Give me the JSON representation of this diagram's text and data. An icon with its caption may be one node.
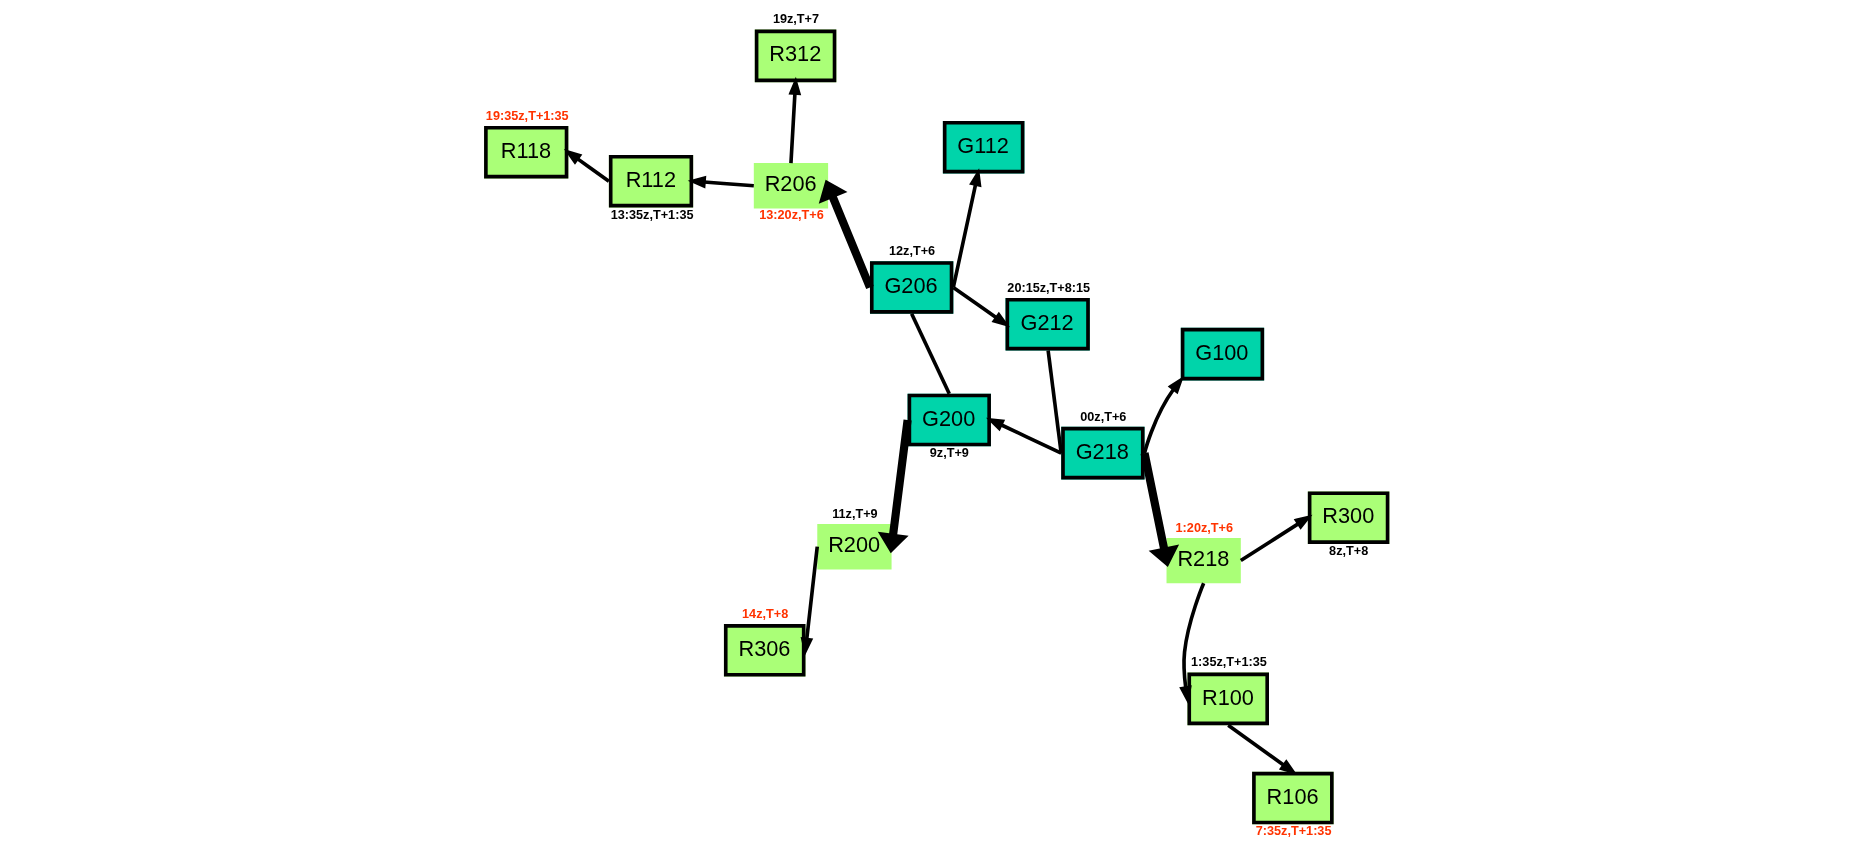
{
  "diagram": {
    "nodes": [
      {
        "text": [
          "R306"
        ],
        "beside": [
          "14z,T+8"
        ]
      },
      {
        "text": [
          "R200"
        ],
        "beside": [
          "11z,T+9"
        ]
      },
      {
        "text": [
          "G200"
        ],
        "beside": [
          "9z,T+9"
        ]
      },
      {
        "text": [
          "G100"
        ]
      },
      {
        "text": [
          "R312"
        ],
        "beside": [
          "19z,T+7"
        ]
      },
      {
        "text": [
          "R118"
        ],
        "beside": [
          "19:35z,T+1:35"
        ]
      },
      {
        "text": [
          "R100"
        ],
        "beside": [
          "1:35z,T+1:35"
        ]
      },
      {
        "text": [
          "R218"
        ],
        "beside": [
          "1:20z,T+6"
        ]
      },
      {
        "text": [
          "G218"
        ],
        "beside": [
          "00z,T+6"
        ]
      },
      {
        "text": [
          "G206"
        ],
        "beside": [
          "12z,T+6"
        ]
      },
      {
        "text": [
          "R206"
        ],
        "beside": [
          "13:20z,T+6"
        ]
      },
      {
        "text": [
          "R112"
        ],
        "beside": [
          "13:35z,T+1:35"
        ]
      },
      {
        "text": [
          "R106"
        ],
        "beside": [
          "7:35z,T+1:35"
        ]
      },
      {
        "text": [
          "R300"
        ],
        "beside": [
          "8z,T+8"
        ]
      },
      {
        "text": [
          "G112"
        ]
      },
      {
        "text": [
          "G212"
        ],
        "beside": [
          "20:15z,T+8:15"
        ]
      }
    ],
    "edges": [
      {
        "from": 8,
        "to": 2,
        "arrow": "to"
      },
      {
        "from": 2,
        "to": 9,
        "arrow": "none"
      },
      {
        "from": 9,
        "to": 15,
        "arrow": "to"
      },
      {
        "from": 15,
        "to": 8,
        "arrow": "none"
      },
      {
        "from": 2,
        "to": 1,
        "arrow": "to",
        "style": "thick"
      },
      {
        "from": 1,
        "to": 0,
        "arrow": "to"
      },
      {
        "from": 8,
        "to": 3,
        "arrow": "to"
      },
      {
        "from": 8,
        "to": 7,
        "arrow": "to",
        "style": "thick"
      },
      {
        "from": 7,
        "to": 6,
        "arrow": "to"
      },
      {
        "from": 7,
        "to": 13,
        "arrow": "to"
      },
      {
        "from": 6,
        "to": 12,
        "arrow": "to"
      },
      {
        "from": 9,
        "to": 10,
        "arrow": "to",
        "style": "thick"
      },
      {
        "from": 9,
        "to": 14,
        "arrow": "to"
      },
      {
        "from": 10,
        "to": 4,
        "arrow": "to"
      },
      {
        "from": 10,
        "to": 11,
        "arrow": "to"
      },
      {
        "from": 11,
        "to": 5,
        "arrow": "to"
      }
    ]
  }
}
